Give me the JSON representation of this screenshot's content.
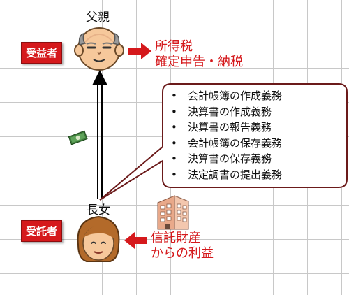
{
  "father": {
    "label": "父親",
    "role_tag": "受益者",
    "obligation_line1": "所得税",
    "obligation_line2": "確定申告・納税"
  },
  "daughter": {
    "label": "長女",
    "role_tag": "受託者",
    "benefit_line1": "信託財産",
    "benefit_line2": "からの利益"
  },
  "duties": {
    "bullet": "•",
    "items": [
      "会計帳簿の作成義務",
      "決算書の作成義務",
      "決算書の報告義務",
      "会計帳簿の保存義務",
      "決算書の保存義務",
      "法定調書の提出義務"
    ]
  },
  "colors": {
    "accent_red": "#d5191c",
    "box_border": "#6b1a1a"
  },
  "icons": [
    "elderly-man-icon",
    "woman-icon",
    "money-icon",
    "apartment-building-icon",
    "right-arrow-icon",
    "left-arrow-icon",
    "up-arrow-icon"
  ]
}
